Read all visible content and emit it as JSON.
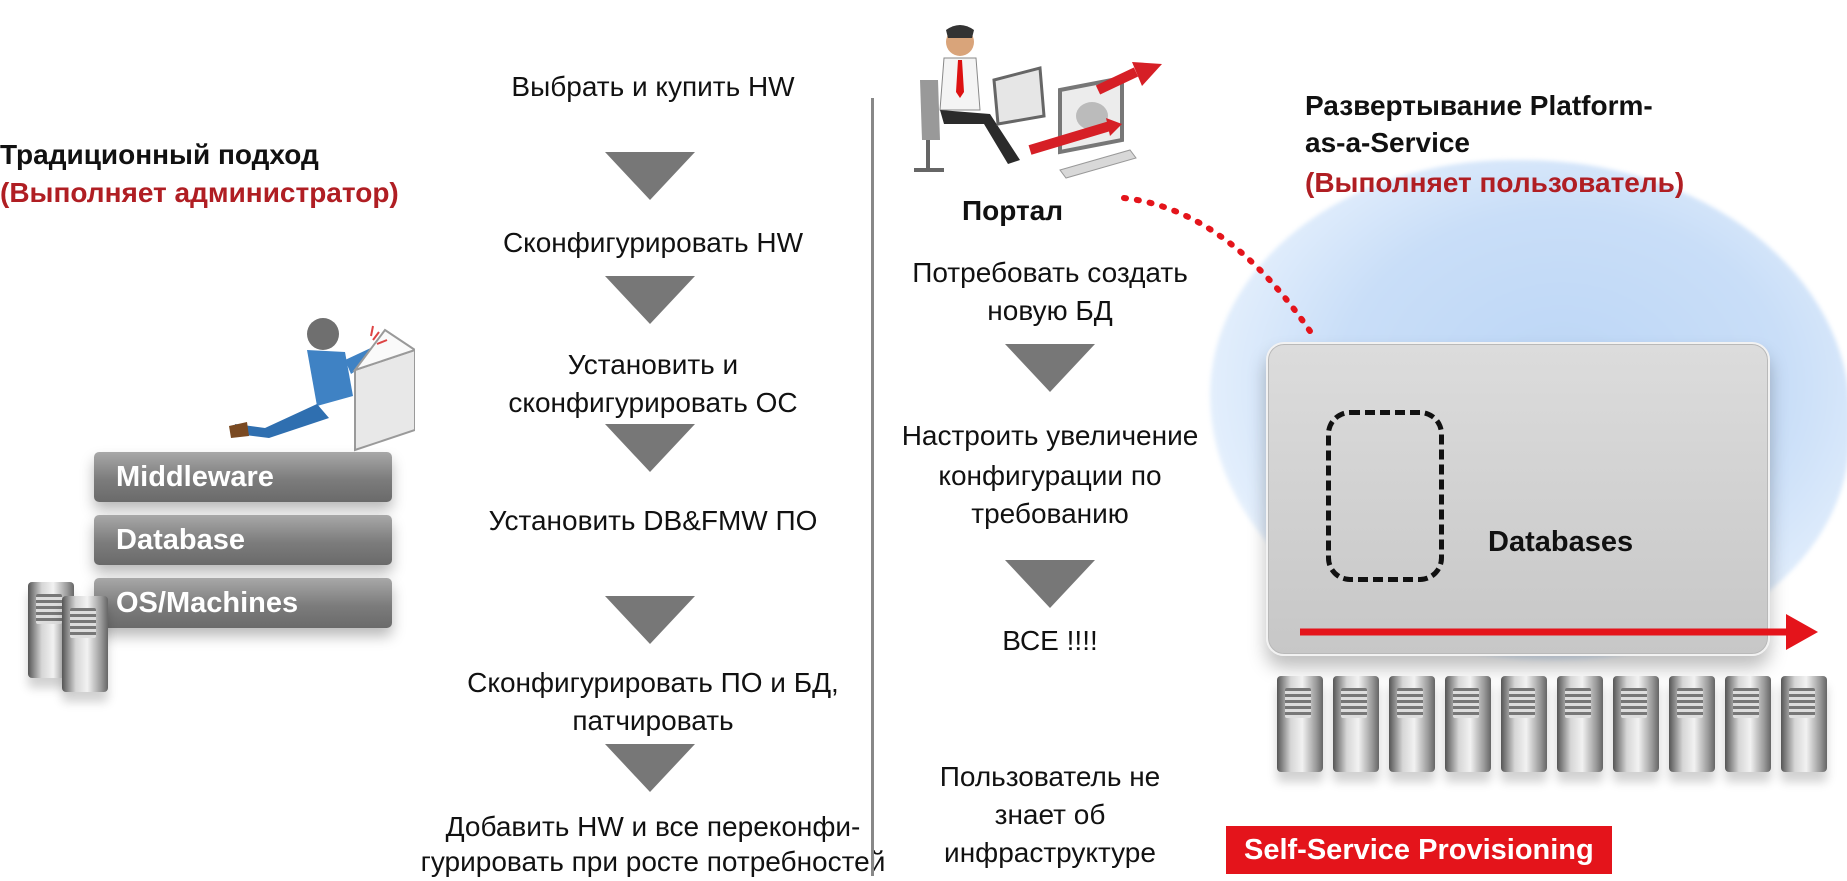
{
  "left": {
    "title": "Традиционный подход",
    "subtitle": "(Выполняет администратор)",
    "stack": [
      "Middleware",
      "Database",
      "OS/Machines"
    ],
    "steps": [
      "Выбрать и купить HW",
      "Сконфигурировать HW",
      "Установить и",
      "сконфигурировать ОС",
      "Установить DB&FMW  ПО",
      "Сконфигурировать ПО и БД,",
      "патчировать",
      "Добавить HW и все переконфи-",
      "гурировать при росте потребностей"
    ]
  },
  "right": {
    "portal_label": "Портал",
    "title_line1": "Развертывание Platform-",
    "title_line2": "as-a-Service",
    "subtitle": "(Выполняет пользователь)",
    "steps": [
      "Потребовать создать",
      "новую БД",
      "Настроить увеличение",
      "конфигурации по",
      "требованию",
      "ВСЕ !!!!",
      "Пользователь не",
      "знает об",
      "инфраструктуре"
    ],
    "databases_label": "Databases",
    "badge": "Self-Service Provisioning"
  },
  "colors": {
    "accent_red": "#b01e23",
    "badge_red": "#e4141b",
    "arrow_gray": "#777777"
  }
}
